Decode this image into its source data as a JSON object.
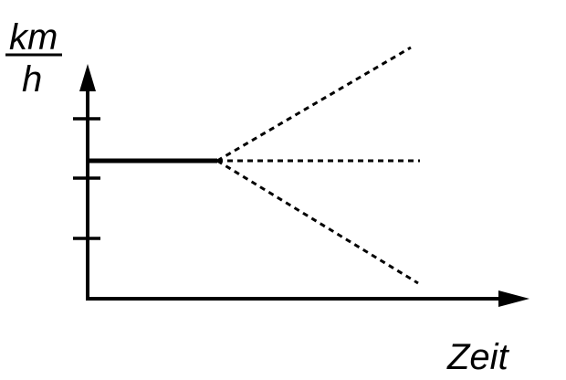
{
  "diagram": {
    "y_unit_numerator": "km",
    "y_unit_denominator": "h",
    "x_axis_label": "Zeit",
    "colors": {
      "ink": "#000000",
      "background": "#ffffff"
    },
    "lines": [
      {
        "name": "constant-speed-segment",
        "style": "solid"
      },
      {
        "name": "scenario-increase",
        "style": "dashed"
      },
      {
        "name": "scenario-constant",
        "style": "dashed"
      },
      {
        "name": "scenario-decrease",
        "style": "dashed"
      }
    ]
  }
}
